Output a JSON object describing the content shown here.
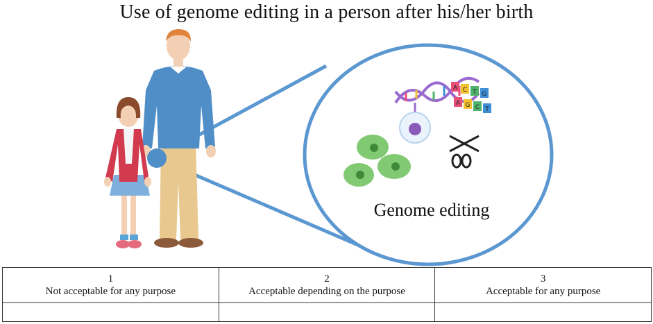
{
  "title": "Use of genome editing in a person after his/her birth",
  "magnifier": {
    "label": "Genome editing",
    "dna_letters": [
      "A",
      "C",
      "T",
      "G",
      "A",
      "G",
      "C",
      "T"
    ]
  },
  "options": [
    {
      "number": "1",
      "label": "Not acceptable for any purpose",
      "answer": ""
    },
    {
      "number": "2",
      "label": "Acceptable depending on the purpose",
      "answer": ""
    },
    {
      "number": "3",
      "label": "Acceptable for any purpose",
      "answer": ""
    }
  ],
  "colors": {
    "magnifier_stroke": "#5b97d1",
    "sweater": "#4f8ec7",
    "cardigan": "#d23a4e",
    "hair_adult": "#e0843e",
    "hair_child": "#8a4a2c",
    "cells": "#6cbf5a"
  }
}
